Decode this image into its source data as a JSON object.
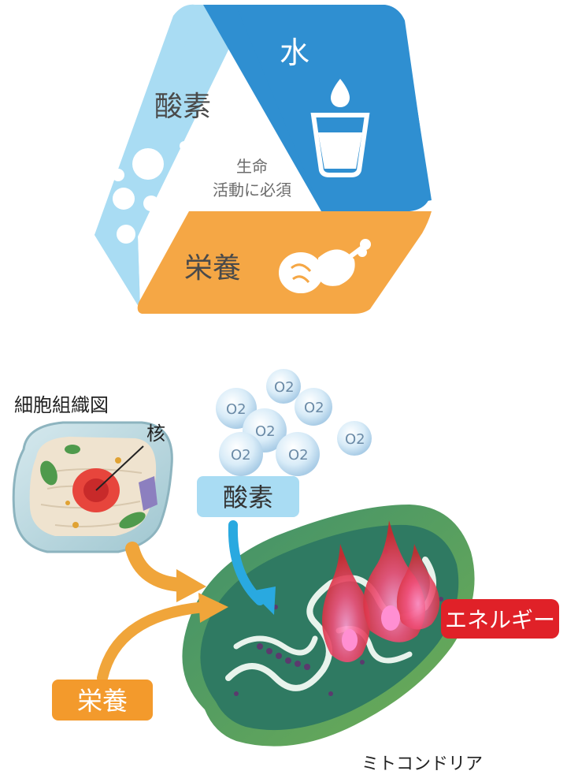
{
  "triangle": {
    "oxygen_label": "酸素",
    "water_label": "水",
    "nutrition_label": "栄養",
    "center_line1": "生命",
    "center_line2": "活動に必須",
    "colors": {
      "oxygen": "#a9dcf3",
      "water": "#2f8fd1",
      "nutrition": "#f5a745"
    }
  },
  "diagram": {
    "cell_tissue_title": "細胞組織図",
    "nucleus_label": "核",
    "o2_molecules": [
      "O2",
      "O2",
      "O2",
      "O2",
      "O2",
      "O2",
      "O2"
    ],
    "oxygen_label": "酸素",
    "nutrition_label": "栄養",
    "energy_label": "エネルギー",
    "mitochondria_label": "ミトコンドリア",
    "colors": {
      "oxygen_tag": "#a9dcf3",
      "nutrition_tag": "#f39a2c",
      "energy_tag": "#e02128",
      "arrow_orange": "#f0a53a",
      "arrow_blue": "#29a9e0"
    }
  }
}
